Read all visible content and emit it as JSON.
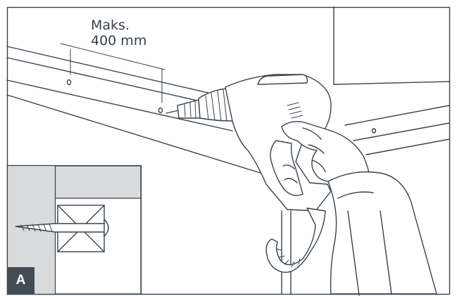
{
  "annotation": {
    "line1": "Maks.",
    "line2": "400 mm"
  },
  "detail_badge": {
    "label": "A",
    "color": "#424c55"
  },
  "colors": {
    "line": "#37424c",
    "inset_fill": "#d9dbdd",
    "background": "#ffffff"
  }
}
